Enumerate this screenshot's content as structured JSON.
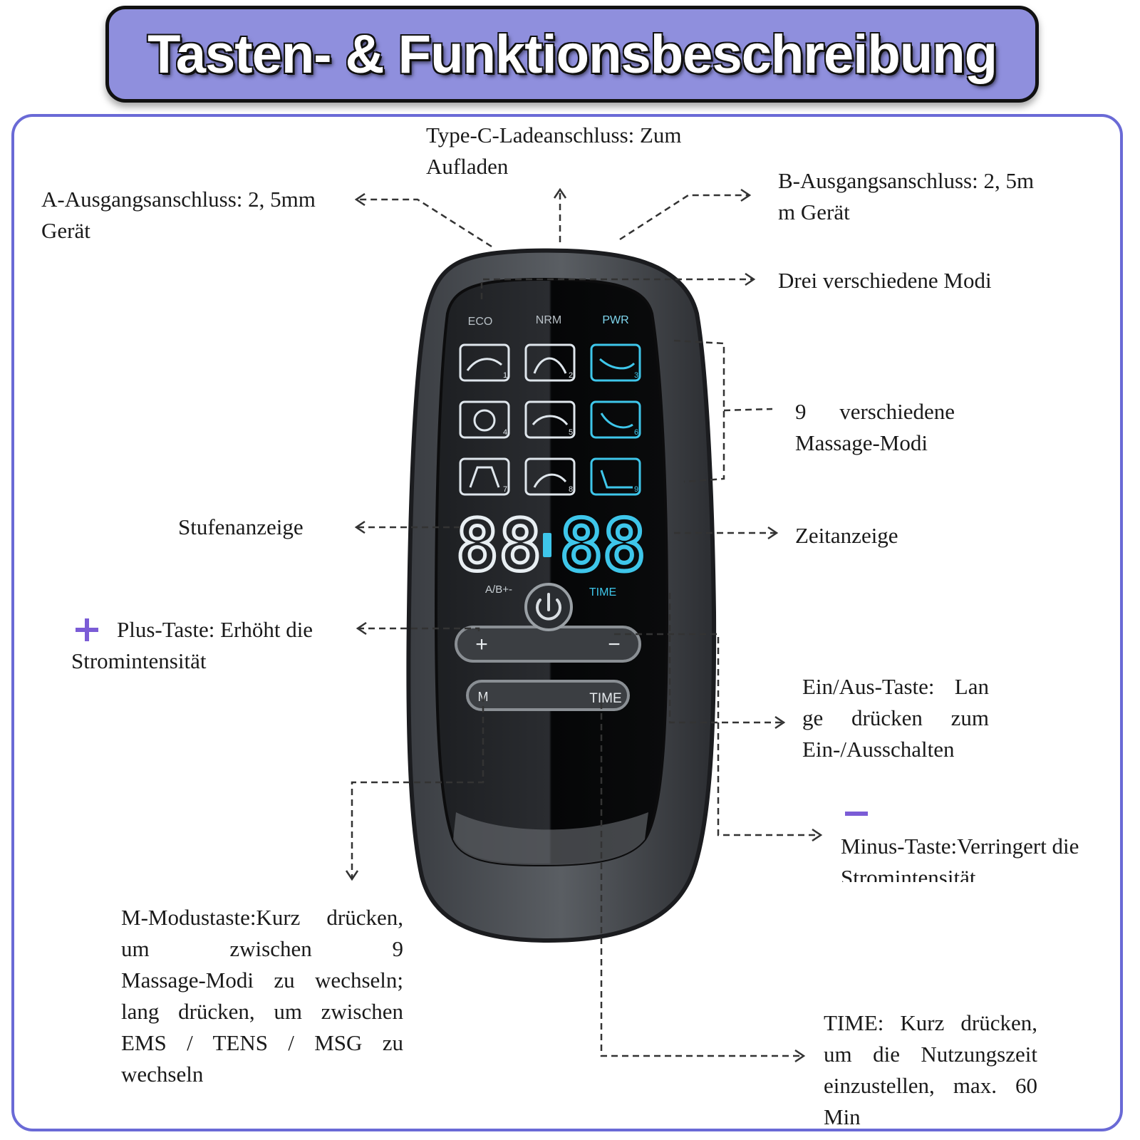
{
  "title": "Tasten- & Funktionsbeschreibung",
  "labels": {
    "typec_1": "Type-C-Ladeanschluss: Zum",
    "typec_2": "Aufladen",
    "a_out_1": "A-Ausgangsanschluss: 2, 5mm",
    "a_out_2": "Gerät",
    "b_out_1": "B-Ausgangsanschluss: 2, 5m",
    "b_out_2": "m Gerät",
    "three_modes": "Drei verschiedene Modi",
    "nine_modes_num": "9",
    "nine_modes_word": "verschiedene",
    "nine_modes_2": "Massage-Modi",
    "level": "Stufenanzeige",
    "time_display": "Zeitanzeige",
    "plus_1": "Plus-Taste: Erhöht die",
    "plus_2": "Stromintensität",
    "power_1": "Ein/Aus-Taste: Lan",
    "power_2": "ge drücken zum",
    "power_3": "Ein-/Ausschalten",
    "minus_1": "Minus-Taste:Verringert die",
    "minus_2": "Stromintensität",
    "m_1": "M-Modustaste:Kurz drücken,",
    "m_2": "um zwischen 9",
    "m_3": "Massage-Modi zu wechseln;",
    "m_4": "lang drücken, um zwischen",
    "m_5": "EMS / TENS / MSG zu",
    "m_6": "wechseln",
    "time_1": "TIME: Kurz drücken,",
    "time_2": "um die Nutzungszeit",
    "time_3": "einzustellen, max. 60",
    "time_4": "Min"
  },
  "device": {
    "mode_eco": "ECO",
    "mode_nrm": "NRM",
    "mode_pwr": "PWR",
    "level_digits": "88",
    "time_digits": "88",
    "level_caption": "A/B+-",
    "time_caption": "TIME",
    "plus_symbol": "+",
    "minus_symbol": "−",
    "m_symbol": "M",
    "time_button": "TIME",
    "icon_numbers": [
      "1",
      "2",
      "3",
      "4",
      "5",
      "6",
      "7",
      "8",
      "9"
    ]
  },
  "colors": {
    "title_bg": "#8f8fdd",
    "frame_border": "#6a6ad6",
    "accent_purple": "#7b5cd6",
    "display_cyan": "#3ec6ea"
  }
}
